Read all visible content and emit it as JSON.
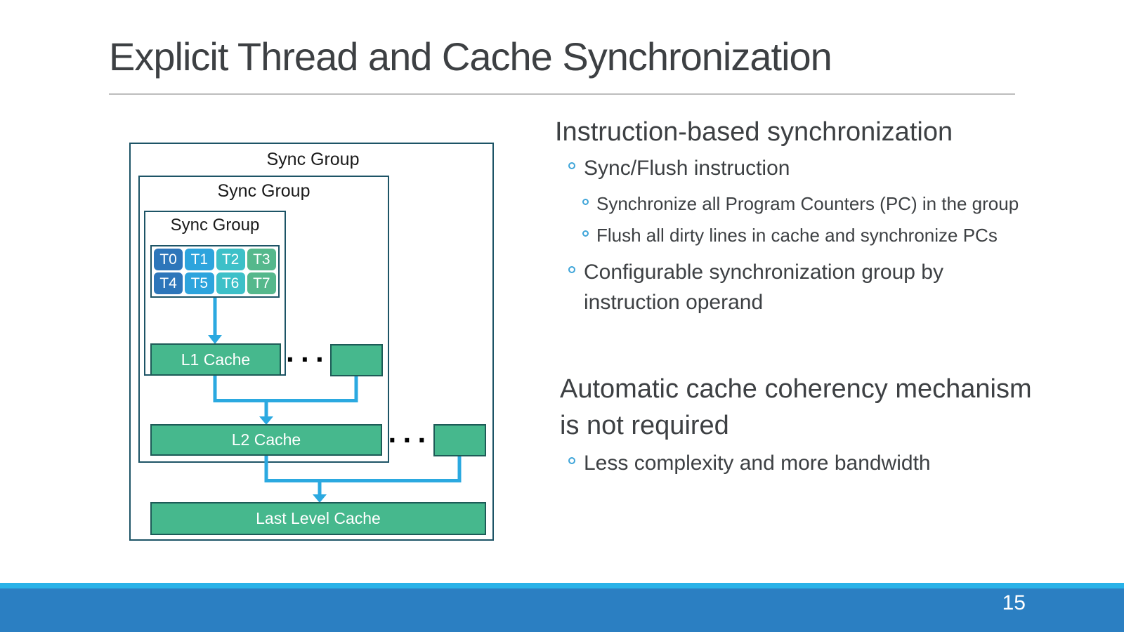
{
  "slide": {
    "title": "Explicit Thread and Cache Synchronization",
    "page_number": "15"
  },
  "diagram": {
    "outer_group_label": "Sync Group",
    "middle_group_label": "Sync Group",
    "inner_group_label": "Sync Group",
    "threads": [
      "T0",
      "T1",
      "T2",
      "T3",
      "T4",
      "T5",
      "T6",
      "T7"
    ],
    "l1_cache_label": "L1 Cache",
    "l2_cache_label": "L2 Cache",
    "llc_label": "Last Level Cache",
    "ellipsis": "···"
  },
  "content": {
    "section1": {
      "heading": "Instruction-based synchronization",
      "bullet1": "Sync/Flush instruction",
      "sub_bullet1": "Synchronize all Program Counters (PC) in the group",
      "sub_bullet2": "Flush all dirty lines in cache and synchronize PCs",
      "bullet2_line1": "Configurable synchronization group by",
      "bullet2_line2": "instruction operand"
    },
    "section2": {
      "heading_line1": "Automatic cache coherency mechanism",
      "heading_line2": "is not required",
      "bullet1": "Less complexity and more bandwidth"
    }
  },
  "colors": {
    "text_dark": "#3d4043",
    "thread_blue_dark": "#2d76ba",
    "thread_blue_light": "#2da4dd",
    "thread_teal": "#3dc0c8",
    "thread_green": "#55b88c",
    "cache_green": "#46b88d",
    "box_border_dark": "#1d5466",
    "cache_border_dark": "#1d5b57",
    "connector_blue": "#2ba9e0",
    "bullet_circle_blue": "#3fa5d9",
    "footer_strip_blue": "#29b2e8",
    "footer_bar_blue": "#2b7fc2"
  }
}
